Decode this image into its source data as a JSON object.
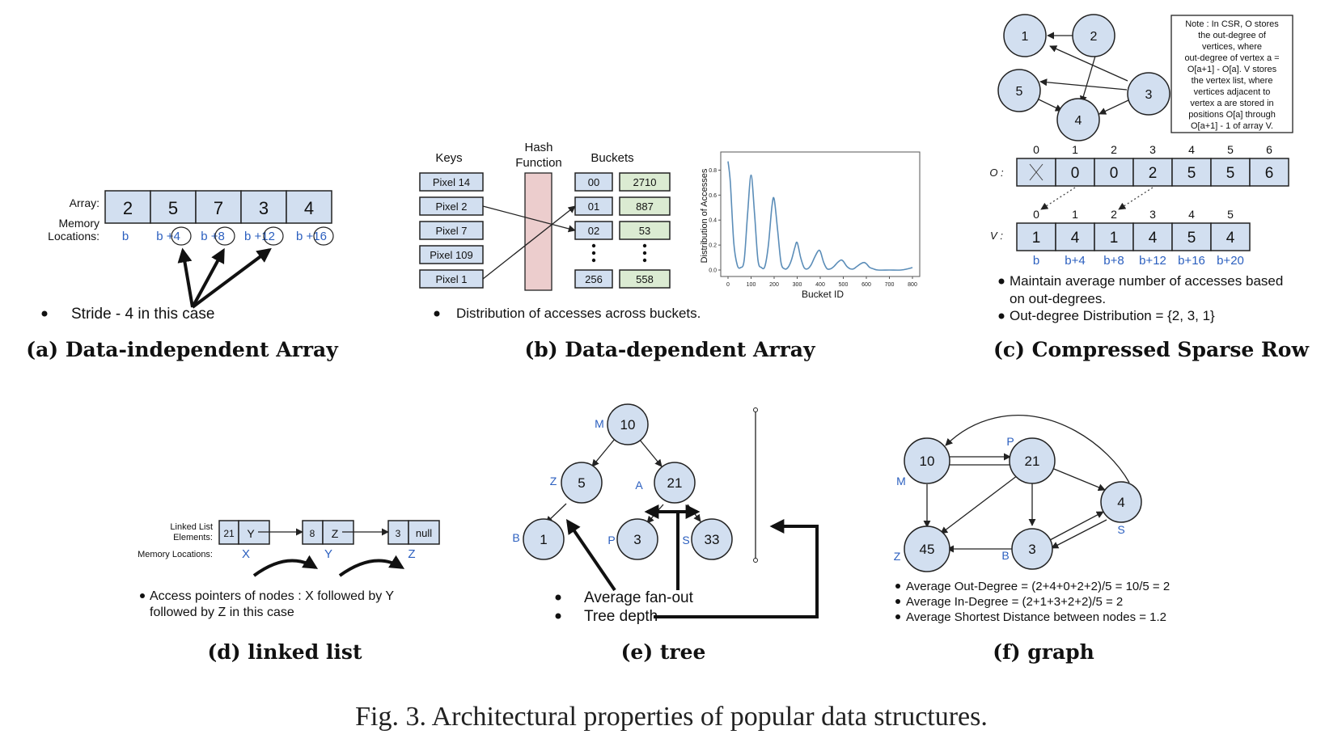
{
  "figure_caption": "Fig. 3.  Architectural properties of popular data structures.",
  "panel_a": {
    "caption": "(a) Data-independent Array",
    "array_label": "Array:",
    "memory_label_1": "Memory",
    "memory_label_2": "Locations:",
    "values": [
      "2",
      "5",
      "7",
      "3",
      "4"
    ],
    "locations": [
      "b",
      "b +4",
      "b +8",
      "b +12",
      "b +16"
    ],
    "bullet": "Stride - 4 in this case"
  },
  "panel_b": {
    "caption": "(b) Data-dependent Array",
    "keys_header": "Keys",
    "hash_header_1": "Hash",
    "hash_header_2": "Function",
    "buckets_header": "Buckets",
    "keys": [
      "Pixel 14",
      "Pixel 2",
      "Pixel 7",
      "Pixel 109",
      "Pixel 1"
    ],
    "bucket_ids": [
      "00",
      "01",
      "02",
      "256"
    ],
    "bucket_values": [
      "2710",
      "887",
      "53",
      "558"
    ],
    "bullet": "Distribution of accesses across buckets."
  },
  "chart_data": {
    "type": "line",
    "title": "",
    "xlabel": "Bucket ID",
    "ylabel": "Distribution of Accesses",
    "xlim": [
      0,
      800
    ],
    "ylim": [
      0,
      0.9
    ],
    "xticks": [
      0,
      100,
      200,
      300,
      400,
      500,
      600,
      700,
      800
    ],
    "yticks": [
      0.0,
      0.2,
      0.4,
      0.6,
      0.8
    ],
    "grid": false,
    "color": "#5b8db8",
    "series": [
      {
        "x": [
          0,
          10,
          25,
          40,
          55,
          70,
          85,
          100,
          115,
          130,
          145,
          160,
          175,
          190,
          200,
          215,
          230,
          245,
          260,
          275,
          290,
          300,
          315,
          330,
          345,
          360,
          375,
          390,
          400,
          415,
          430,
          445,
          460,
          475,
          490,
          500,
          515,
          530,
          545,
          560,
          575,
          590,
          600,
          615,
          630,
          650,
          700,
          750,
          780,
          800
        ],
        "y": [
          0.87,
          0.7,
          0.22,
          0.04,
          0.02,
          0.08,
          0.45,
          0.76,
          0.45,
          0.08,
          0.02,
          0.03,
          0.2,
          0.5,
          0.57,
          0.32,
          0.06,
          0.01,
          0.02,
          0.08,
          0.18,
          0.22,
          0.1,
          0.02,
          0.01,
          0.04,
          0.1,
          0.15,
          0.15,
          0.06,
          0.01,
          0.01,
          0.03,
          0.06,
          0.08,
          0.07,
          0.03,
          0.01,
          0.01,
          0.03,
          0.05,
          0.06,
          0.05,
          0.02,
          0.01,
          0.0,
          0.0,
          0.0,
          0.01,
          0.02
        ]
      }
    ]
  },
  "panel_c": {
    "caption": "(c) Compressed Sparse Row",
    "note": [
      "Note : In CSR, O stores",
      "the out-degree of",
      "vertices, where",
      "out-degree of vertex a =",
      "O[a+1] - O[a]. V stores",
      "the vertex list, where",
      "vertices adjacent to",
      "vertex a are stored in",
      "positions O[a] through",
      "O[a+1] - 1 of array V."
    ],
    "graph_nodes": [
      "1",
      "2",
      "3",
      "4",
      "5"
    ],
    "o_label": "O :",
    "o_indices": [
      "0",
      "1",
      "2",
      "3",
      "4",
      "5",
      "6"
    ],
    "o_values": [
      "",
      "0",
      "0",
      "2",
      "5",
      "5",
      "6"
    ],
    "v_label": "V :",
    "v_indices": [
      "0",
      "1",
      "2",
      "3",
      "4",
      "5"
    ],
    "v_values": [
      "1",
      "4",
      "1",
      "4",
      "5",
      "4"
    ],
    "v_locations": [
      "b",
      "b+4",
      "b+8",
      "b+12",
      "b+16",
      "b+20"
    ],
    "bullet_1_line_1": "Maintain average number of accesses based",
    "bullet_1_line_2": "on out-degrees.",
    "bullet_2": "Out-degree  Distribution = {2, 3, 1}"
  },
  "panel_d": {
    "caption": "(d) linked list",
    "elements_label_1": "Linked List",
    "elements_label_2": "Elements:",
    "memory_label": "Memory Locations:",
    "nodes": [
      {
        "value": "21",
        "next": "Y",
        "location": "X"
      },
      {
        "value": "8",
        "next": "Z",
        "location": "Y"
      },
      {
        "value": "3",
        "next": "null",
        "location": "Z"
      }
    ],
    "bullet_line_1": "Access pointers of nodes : X followed by Y",
    "bullet_line_2": "followed by Z in this case"
  },
  "panel_e": {
    "caption": "(e) tree",
    "nodes": [
      {
        "value": "10",
        "label": "M"
      },
      {
        "value": "5",
        "label": "Z"
      },
      {
        "value": "21",
        "label": "A"
      },
      {
        "value": "1",
        "label": "B"
      },
      {
        "value": "3",
        "label": "P"
      },
      {
        "value": "33",
        "label": "S"
      }
    ],
    "bullet_1": "Average fan-out",
    "bullet_2": "Tree depth"
  },
  "panel_f": {
    "caption": "(f) graph",
    "nodes": [
      {
        "value": "10",
        "label": "M"
      },
      {
        "value": "21",
        "label": "P"
      },
      {
        "value": "4",
        "label": "S"
      },
      {
        "value": "45",
        "label": "Z"
      },
      {
        "value": "3",
        "label": "B"
      }
    ],
    "bullet_1": "Average Out-Degree = (2+4+0+2+2)/5 = 10/5 = 2",
    "bullet_2": "Average In-Degree = (2+1+3+2+2)/5 = 2",
    "bullet_3": "Average Shortest Distance between nodes = 1.2"
  }
}
